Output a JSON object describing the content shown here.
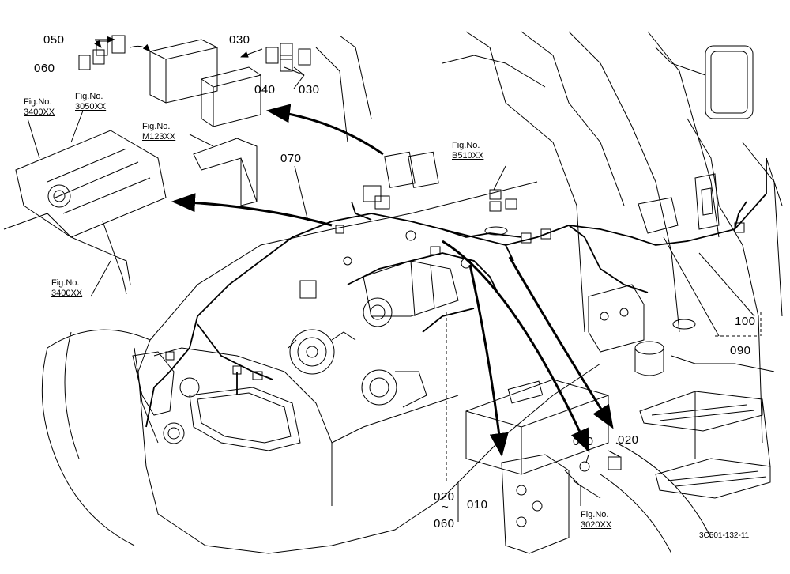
{
  "parts": {
    "p050": "050",
    "p060": "060",
    "p030a": "030",
    "p040": "040",
    "p030b": "030",
    "p070": "070",
    "p100": "100",
    "p090": "090",
    "p080": "080",
    "p020a": "020",
    "p020b": "020",
    "tilde": "~",
    "p060b": "060",
    "p010": "010"
  },
  "figrefs": {
    "prefix": "Fig.No.",
    "f3400a": "3400XX",
    "f3050": "3050XX",
    "fM123": "M123XX",
    "fB510": "B510XX",
    "f3400b": "3400XX",
    "f3020": "3020XX"
  },
  "drawing_code": "3C501-132-11"
}
